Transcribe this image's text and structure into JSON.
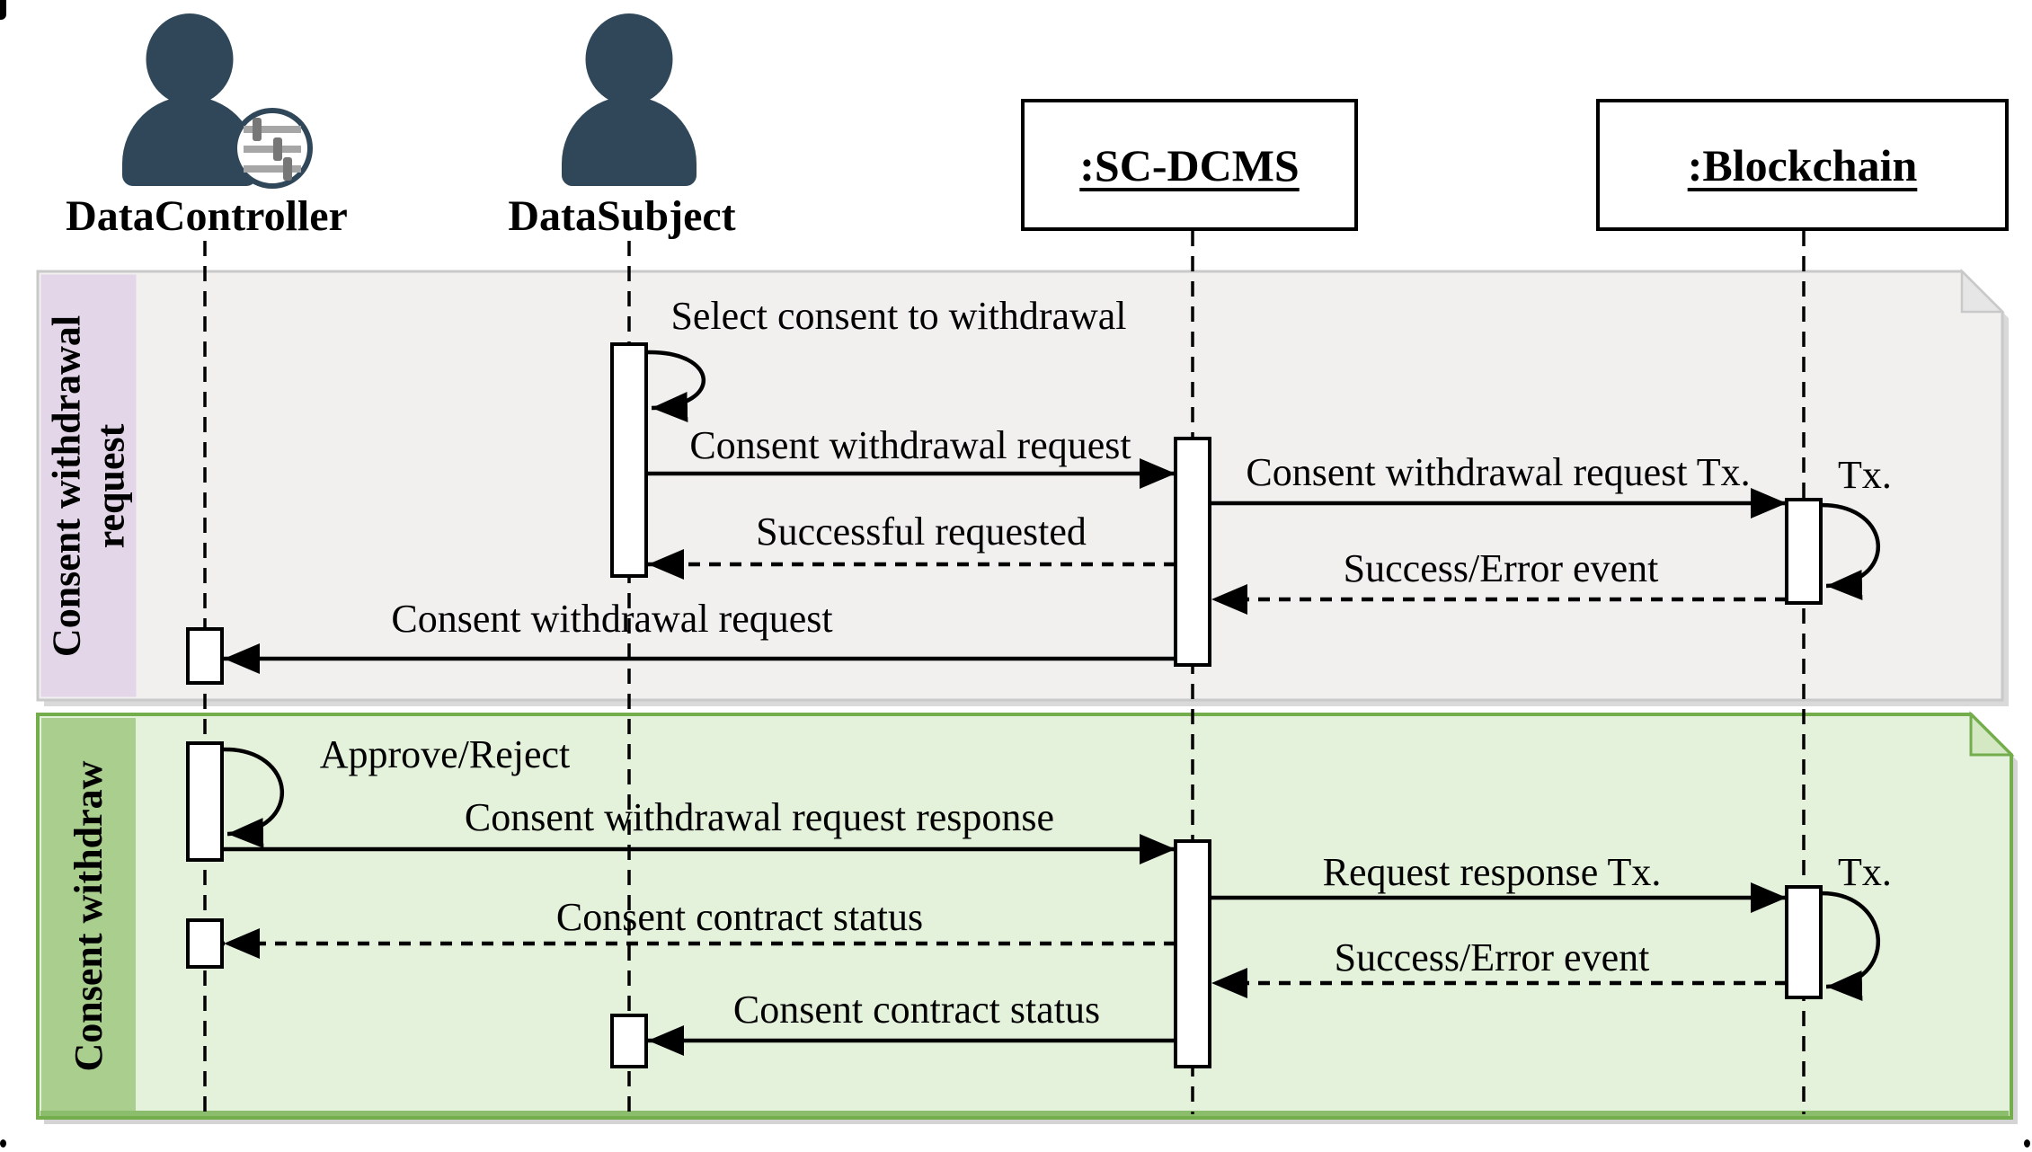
{
  "participants": {
    "data_controller": {
      "label": "DataController",
      "type": "actor-with-settings-badge"
    },
    "data_subject": {
      "label": "DataSubject",
      "type": "actor"
    },
    "sc_dcms": {
      "label": ":SC-DCMS",
      "type": "object"
    },
    "blockchain": {
      "label": ":Blockchain",
      "type": "object"
    }
  },
  "frames": {
    "consent_withdrawal_request": {
      "label": "Consent withdrawal request"
    },
    "consent_withdraw": {
      "label": "Consent withdraw"
    }
  },
  "messages": {
    "select_consent": {
      "label": "Select consent to withdrawal",
      "from": "data_subject",
      "to": "data_subject",
      "kind": "self"
    },
    "withdrawal_request": {
      "label": "Consent withdrawal request",
      "from": "data_subject",
      "to": "sc_dcms",
      "kind": "sync"
    },
    "withdrawal_request_tx": {
      "label": "Consent withdrawal request Tx.",
      "from": "sc_dcms",
      "to": "blockchain",
      "kind": "sync"
    },
    "tx_1": {
      "label": "Tx.",
      "from": "blockchain",
      "to": "blockchain",
      "kind": "self"
    },
    "successful_requested": {
      "label": "Successful requested",
      "from": "sc_dcms",
      "to": "data_subject",
      "kind": "return"
    },
    "success_error_1": {
      "label": "Success/Error event",
      "from": "blockchain",
      "to": "sc_dcms",
      "kind": "return"
    },
    "withdrawal_request_to_controller": {
      "label": "Consent withdrawal request",
      "from": "sc_dcms",
      "to": "data_controller",
      "kind": "sync"
    },
    "approve_reject": {
      "label": "Approve/Reject",
      "from": "data_controller",
      "to": "data_controller",
      "kind": "self"
    },
    "withdrawal_request_response": {
      "label": "Consent withdrawal request response",
      "from": "data_controller",
      "to": "sc_dcms",
      "kind": "sync"
    },
    "request_response_tx": {
      "label": "Request response Tx.",
      "from": "sc_dcms",
      "to": "blockchain",
      "kind": "sync"
    },
    "tx_2": {
      "label": "Tx.",
      "from": "blockchain",
      "to": "blockchain",
      "kind": "self"
    },
    "contract_status_to_controller": {
      "label": "Consent contract status",
      "from": "sc_dcms",
      "to": "data_controller",
      "kind": "return"
    },
    "success_error_2": {
      "label": "Success/Error event",
      "from": "blockchain",
      "to": "sc_dcms",
      "kind": "return"
    },
    "contract_status_to_subject": {
      "label": "Consent contract status",
      "from": "sc_dcms",
      "to": "data_subject",
      "kind": "sync"
    }
  },
  "colors": {
    "person": "#2f4759",
    "ink": "#000000",
    "frame1_fill": "#f1f0ef",
    "frame1_border": "#c9c9c9",
    "frame1_label_bg": "#e3d6e9",
    "frame2_fill": "#e4f1db",
    "frame2_border": "#74ad4c",
    "frame2_label_bg": "#a9ce8e",
    "shadow1": "#d9d9d9",
    "shadow2": "#d4d4d4"
  }
}
